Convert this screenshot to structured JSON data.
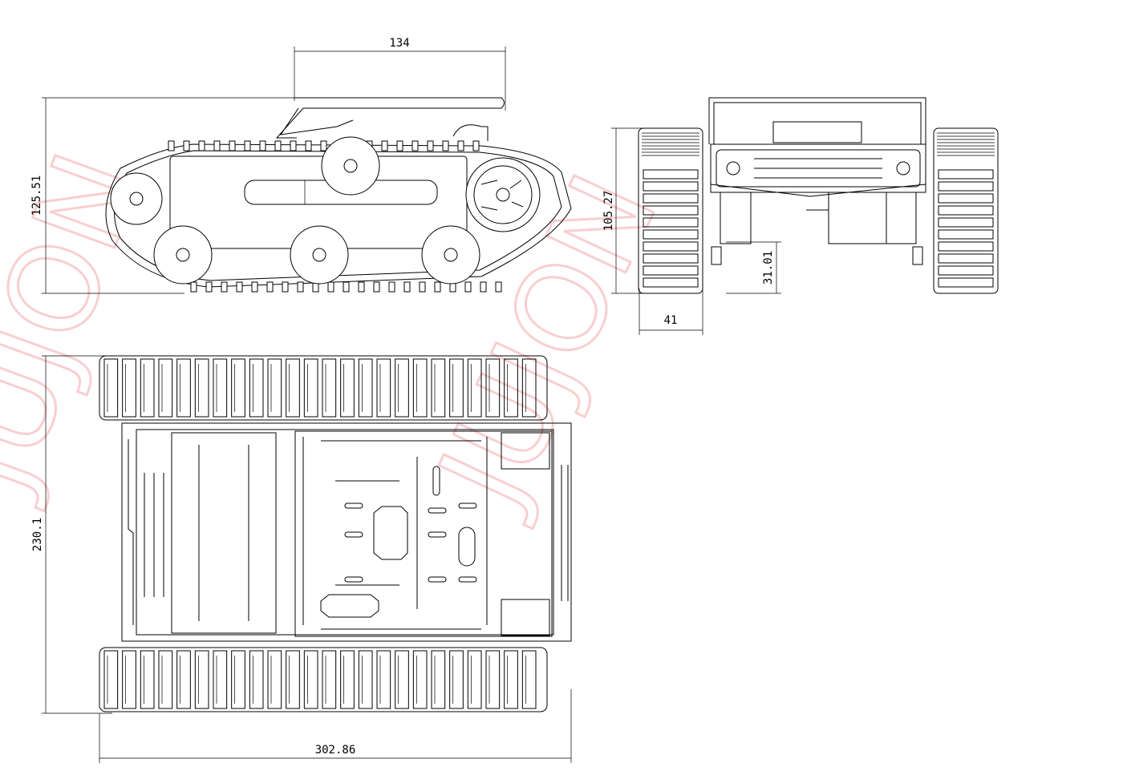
{
  "watermark": {
    "text": "JUJON",
    "color": "#f4a9a9"
  },
  "dimensions": {
    "side_top_length": "134",
    "side_height": "125.51",
    "front_height": "105.27",
    "front_clearance": "31.01",
    "front_track_width": "41",
    "top_width": "230.1",
    "top_length": "302.86"
  },
  "views": {
    "side": {
      "wheels": 6
    },
    "front": {
      "track_pads": 10
    },
    "top": {
      "track_links": 24
    }
  }
}
